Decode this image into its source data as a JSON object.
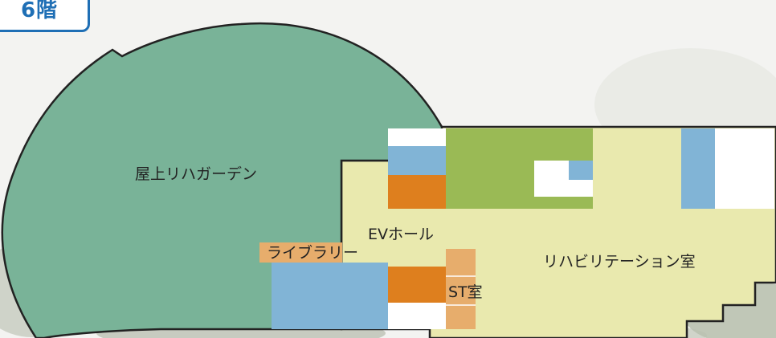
{
  "floor": {
    "label": "6階"
  },
  "rooms": {
    "garden": "屋上リハガーデン",
    "ev_hall": "EVホール",
    "library": "ライブラリー",
    "rehab": "リハビリテーション室",
    "st": "ST室"
  },
  "colors": {
    "garden": "#79b398",
    "floor_main": "#e9e9ae",
    "blue_room": "#81b4d6",
    "orange_room": "#de7f1e",
    "light_orange": "#e7ad6c",
    "green_room": "#9aba55",
    "outline": "#222222",
    "badge_border": "#1f6fb5"
  },
  "icons": {
    "background": "outdoor-photo-background"
  }
}
